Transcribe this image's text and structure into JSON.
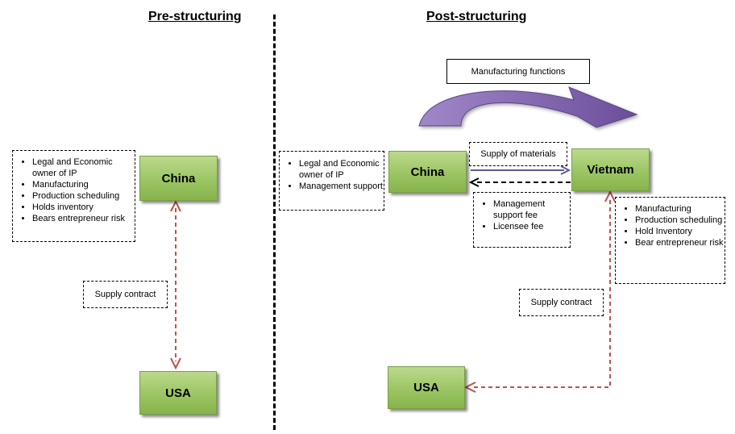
{
  "headings": {
    "pre": "Pre-structuring",
    "post": "Post-structuring"
  },
  "pre": {
    "china_label": "China",
    "usa_label": "USA",
    "china_functions": [
      "Legal and Economic owner of IP",
      "Manufacturing",
      "Production scheduling",
      "Holds inventory",
      "Bears entrepreneur risk"
    ],
    "supply_contract": "Supply contract"
  },
  "post": {
    "china_label": "China",
    "vietnam_label": "Vietnam",
    "usa_label": "USA",
    "manufacturing_functions": "Manufacturing functions",
    "supply_of_materials": "Supply of materials",
    "china_functions": [
      "Legal and Economic owner of IP",
      "Management support"
    ],
    "fees": [
      "Management support fee",
      "Licensee fee"
    ],
    "vietnam_functions": [
      "Manufacturing",
      "Production scheduling",
      "Hold Inventory",
      "Bear entrepreneur risk"
    ],
    "supply_contract": "Supply contract"
  },
  "colors": {
    "green_box": "#9bc563",
    "purple_arrow": "#8a6bb0",
    "red_dashed": "#c0504d",
    "blue_arrow": "#5b5b9a"
  }
}
